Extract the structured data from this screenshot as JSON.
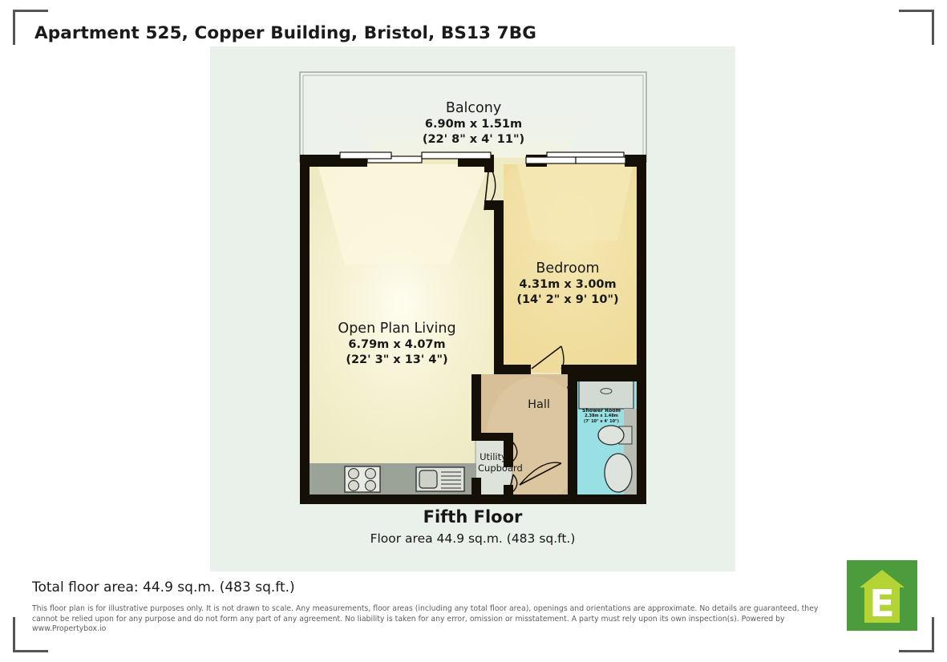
{
  "header": {
    "title": "Apartment 525, Copper Building, Bristol, BS13 7BG"
  },
  "rooms": [
    {
      "key": "balcony",
      "name": "Balcony",
      "dim_metric": "6.90m x 1.51m",
      "dim_imperial": "(22' 8\" x 4' 11\")",
      "fill": "#edf2ec"
    },
    {
      "key": "bedroom",
      "name": "Bedroom",
      "dim_metric": "4.31m x 3.00m",
      "dim_imperial": "(14' 2\" x 9' 10\")",
      "fill": "#efdc9b"
    },
    {
      "key": "open_plan_living",
      "name": "Open Plan Living",
      "dim_metric": "6.79m x 4.07m",
      "dim_imperial": "(22' 3\" x 13' 4\")",
      "fill": "#eeeac4"
    },
    {
      "key": "hall",
      "name": "Hall",
      "dim_metric": "",
      "dim_imperial": "",
      "fill": "#d7bf97"
    },
    {
      "key": "utility_cupboard",
      "name": "Utility Cupboard",
      "name_line1": "Utility",
      "name_line2": "Cupboard",
      "dim_metric": "",
      "dim_imperial": "",
      "fill": "#dde3da"
    },
    {
      "key": "shower_room",
      "name": "Shower Room",
      "dim_metric": "2.38m x 1.48m",
      "dim_imperial": "(7' 10\" x 4' 10\")",
      "fill": "#98e0e3"
    }
  ],
  "floor": {
    "name": "Fifth Floor",
    "area": "Floor area 44.9 sq.m. (483 sq.ft.)"
  },
  "footer": {
    "total_area": "Total floor area: 44.9 sq.m. (483 sq.ft.)",
    "disclaimer": "This floor plan is for illustrative purposes only. It is not drawn to scale. Any measurements, floor areas (including any total floor area), openings and orientations are approximate. No details are guaranteed, they cannot be relied upon for any purpose and do not form any part of any agreement. No liability is taken for any error, omission or misstatement. A party must rely upon its own inspection(s). Powered by www.Propertybox.io"
  },
  "logo": {
    "letter": "E",
    "background": "#4c9c3d",
    "house": "#b4d335",
    "letter_color": "#ffffff"
  },
  "colors": {
    "panel_background": "#eaf1ea",
    "wall": "#141008",
    "balcony_fill": "#edf2ec",
    "living_fill": "#eeeac4",
    "bedroom_fill": "#efdc9b",
    "hall_fill": "#d7bf97",
    "shower_fill": "#98e0e3",
    "cupboard_fill": "#dde3da",
    "kitchen_counter": "#9fa69c",
    "fixture_stroke": "#2b2b2b",
    "corner_bracket": "#555557"
  }
}
